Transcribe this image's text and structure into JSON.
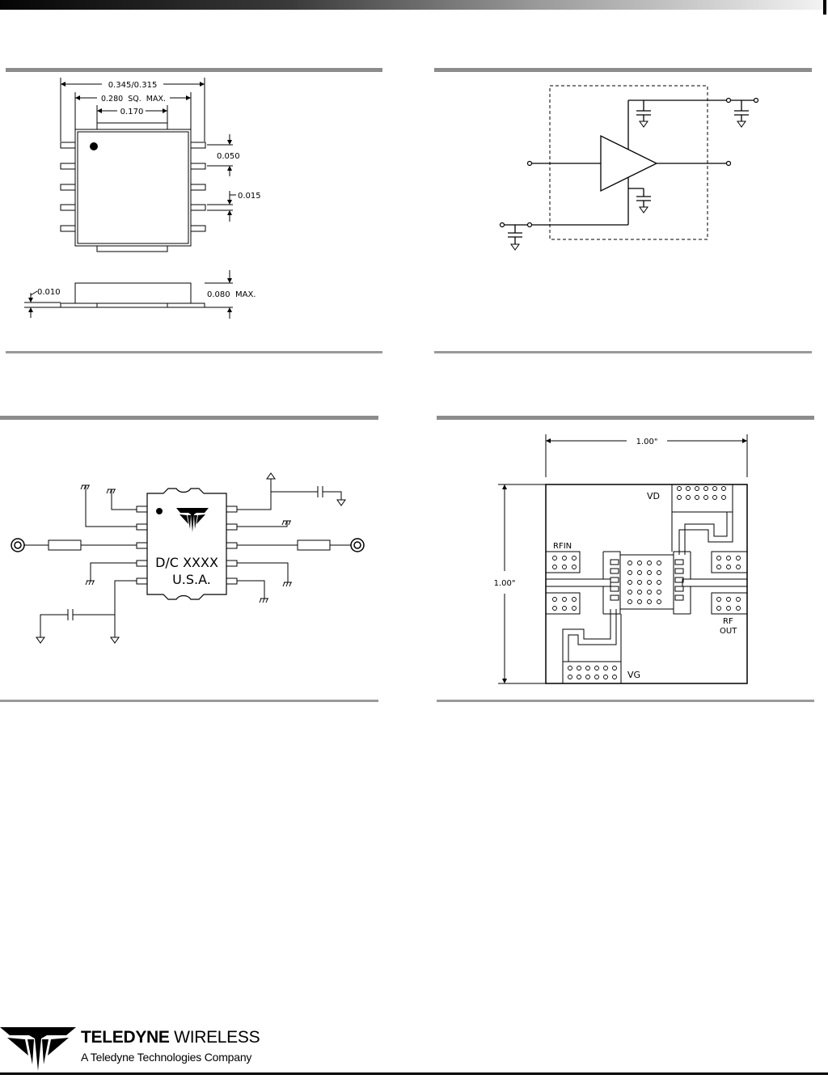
{
  "outline_drawing": {
    "dim_overall_width": "0.345/0.315",
    "dim_body": "0.280  SQ.  MAX.",
    "dim_top_pad": "0.170",
    "dim_pitch": "0.050",
    "dim_lead_width": "0.015",
    "dim_standoff": "0.010",
    "dim_height": "0.080  MAX."
  },
  "test_board": {
    "width_label": "1.00\"",
    "height_label": "1.00\"",
    "label_vd": "VD",
    "label_rfin": "RFIN",
    "label_rf": "RF",
    "label_out": "OUT",
    "label_vg": "VG"
  },
  "package_marking": {
    "line1": "D/C XXXX",
    "line2": "U.S.A."
  },
  "footer": {
    "brand_bold": "TELEDYNE",
    "brand_light": "WIRELESS",
    "subtitle": "A Teledyne Technologies Company"
  }
}
